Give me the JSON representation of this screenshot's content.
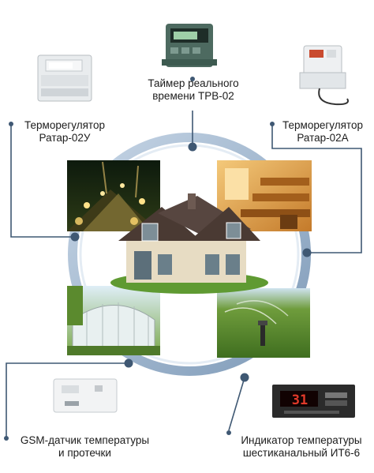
{
  "labels": {
    "timer": {
      "line1": "Таймер реального",
      "line2": "времени ТРВ-02"
    },
    "thermo_u": {
      "line1": "Терморегулятор",
      "line2": "Ратар-02У"
    },
    "thermo_a": {
      "line1": "Терморегулятор",
      "line2": "Ратар-02А"
    },
    "gsm": {
      "line1": "GSM-датчик температуры",
      "line2": "и протечки"
    },
    "indicator": {
      "line1": "Индикатор температуры",
      "line2": "шестиканальный ИТ6-6"
    }
  },
  "indicator_display": "31",
  "colors": {
    "ring": "#a9c0d8",
    "connector": "#3f5873",
    "dot": "#3f5873",
    "device_body": "#e9ecee",
    "timer_device": "#4d6a60",
    "indicator_panel": "#2b2b2b",
    "indicator_digits": "#e23a2a"
  }
}
